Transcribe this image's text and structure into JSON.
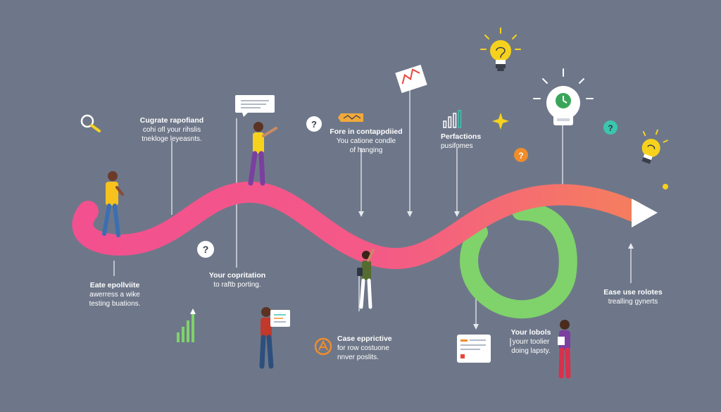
{
  "colors": {
    "background": "#6e7789",
    "path_start": "#f2508f",
    "path_end": "#f57e5e",
    "loop": "#7fd36a",
    "arrowhead": "#ffffff",
    "bulb": "#f7d21d",
    "accent_orange": "#f28c2b",
    "accent_teal": "#3cc6b0",
    "accent_green": "#7fd36a",
    "text": "#ffffff",
    "leader_line": "#e6e9ee"
  },
  "labels": {
    "top_left": {
      "title": "Cugrate rapofiand",
      "line1": "cohi ofl your rihslis",
      "line2": "tnekloge leyeasnts."
    },
    "top_center": {
      "title": "Fore in contappdiied",
      "line1": "You catione condle",
      "line2": "of hanging"
    },
    "top_right": {
      "title": "Perfactions",
      "line1": "pusifomes"
    },
    "left": {
      "title": "Eate epollviite",
      "line1": "awerress a wike",
      "line2": "testing buations."
    },
    "center": {
      "title": "Your copritation",
      "line1": "to raftb porting."
    },
    "bottom_center": {
      "title": "Case epprictive",
      "line1": "for row costuone",
      "line2": "nnver poslits."
    },
    "bottom_right": {
      "title": "Your lobols",
      "line1": "yourr toolier",
      "line2": "doing lapsty."
    },
    "right": {
      "title": "Ease use rolotes",
      "line1": "trealling gynerts"
    }
  },
  "icons": [
    "magnifier-icon",
    "speech-bubble-icon",
    "question-icon",
    "tag-icon",
    "trend-chart-icon",
    "bar-chart-icon",
    "sparkle-icon",
    "lightbulb-icon",
    "clock-bulb-icon",
    "gear-icon",
    "document-card-icon",
    "flow-arrow-icon"
  ]
}
